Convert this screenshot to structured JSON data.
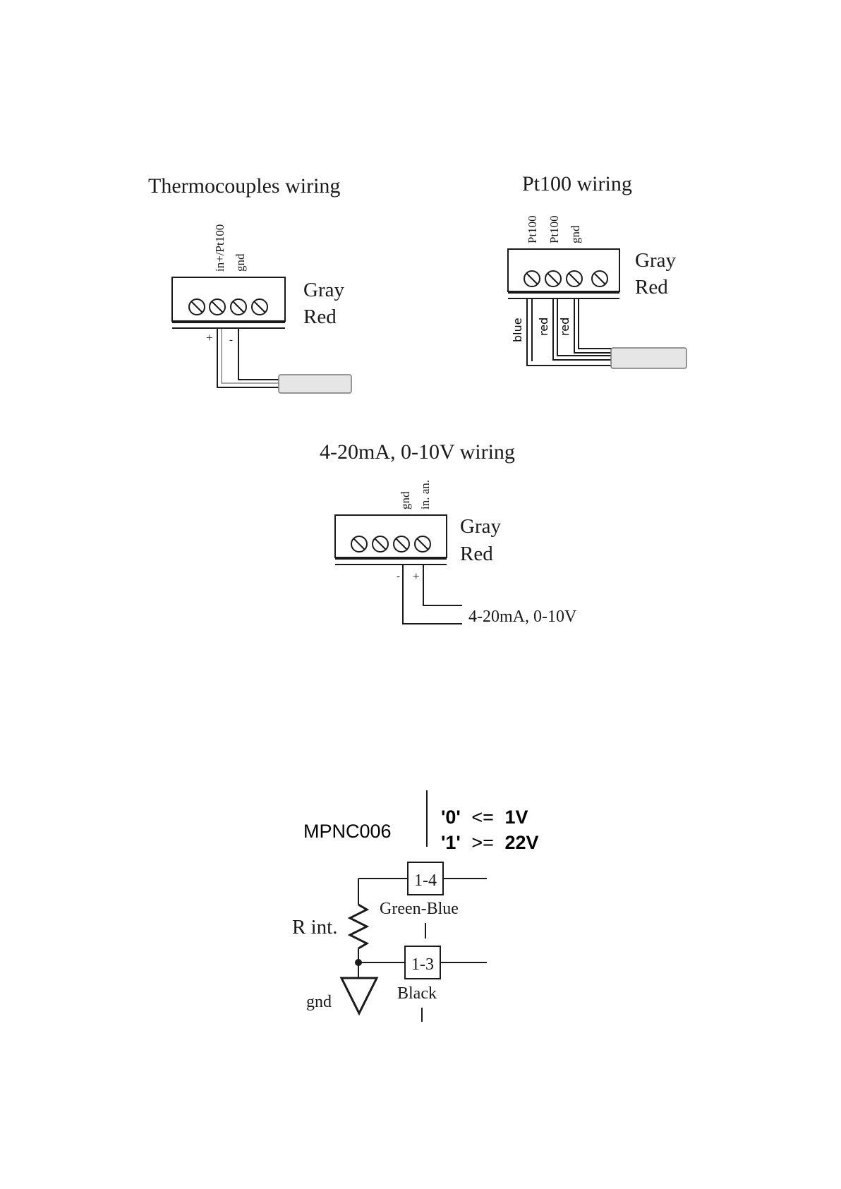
{
  "thermocouple": {
    "title": "Thermocouples wiring",
    "terminal_labels": [
      "in+/Pt100",
      "gnd"
    ],
    "case_color_1": "Gray",
    "case_color_2": "Red",
    "polarity_plus": "+",
    "polarity_minus": "-"
  },
  "pt100": {
    "title": "Pt100 wiring",
    "terminal_labels": [
      "Pt100",
      "Pt100",
      "gnd"
    ],
    "case_color_1": "Gray",
    "case_color_2": "Red",
    "wire_labels": [
      "blue",
      "red",
      "red"
    ]
  },
  "analog": {
    "title": "4-20mA, 0-10V wiring",
    "terminal_labels": [
      "gnd",
      "in. an."
    ],
    "case_color_1": "Gray",
    "case_color_2": "Red",
    "polarity_minus": "-",
    "polarity_plus": "+",
    "signal_label": "4-20mA, 0-10V"
  },
  "mpnc": {
    "model": "MPNC006",
    "logic0_prefix": "'0'",
    "logic0_op": "<=",
    "logic0_value": "1V",
    "logic1_prefix": "'1'",
    "logic1_op": ">=",
    "logic1_value": "22V",
    "pin_top": "1-4",
    "pin_top_wire": "Green-Blue",
    "pin_bottom": "1-3",
    "pin_bottom_wire": "Black",
    "resistor_label": "R int.",
    "ground_label": "gnd"
  }
}
